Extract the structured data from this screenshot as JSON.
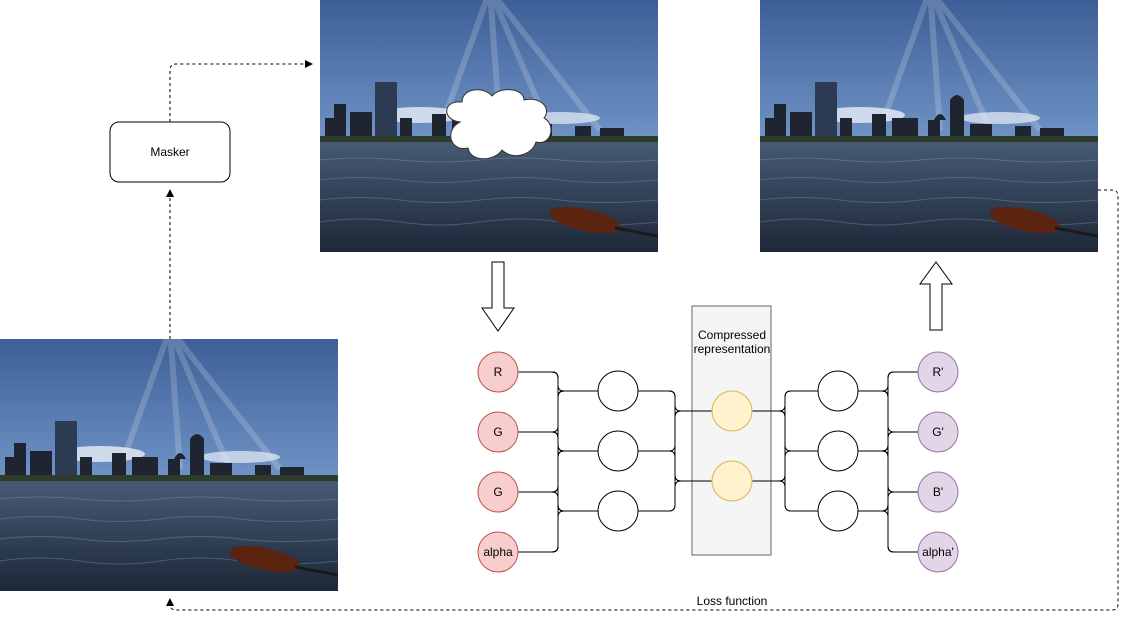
{
  "masker": {
    "label": "Masker"
  },
  "compressed": {
    "line1": "Compressed",
    "line2": "representation"
  },
  "inputs": [
    "R",
    "G",
    "G",
    "alpha"
  ],
  "outputs": [
    "R'",
    "G'",
    "B'",
    "alpha'"
  ],
  "loss": {
    "label": "Loss function"
  },
  "colors": {
    "input_fill": "#f8cecc",
    "input_stroke": "#b85450",
    "output_fill": "#e1d5e7",
    "output_stroke": "#9673a6",
    "latent_fill": "#fff2cc",
    "latent_stroke": "#d6b656",
    "hidden_fill": "#ffffff",
    "hidden_stroke": "#000000",
    "compressed_box_fill": "#f5f5f5",
    "compressed_box_stroke": "#666666",
    "sky": "#5c7fb2",
    "water": "#2e3f55"
  },
  "images": [
    {
      "name": "original-photo",
      "icon": "skyline-photo"
    },
    {
      "name": "masked-photo",
      "icon": "skyline-photo-with-cloud-mask"
    },
    {
      "name": "reconstructed-photo",
      "icon": "skyline-photo"
    }
  ]
}
